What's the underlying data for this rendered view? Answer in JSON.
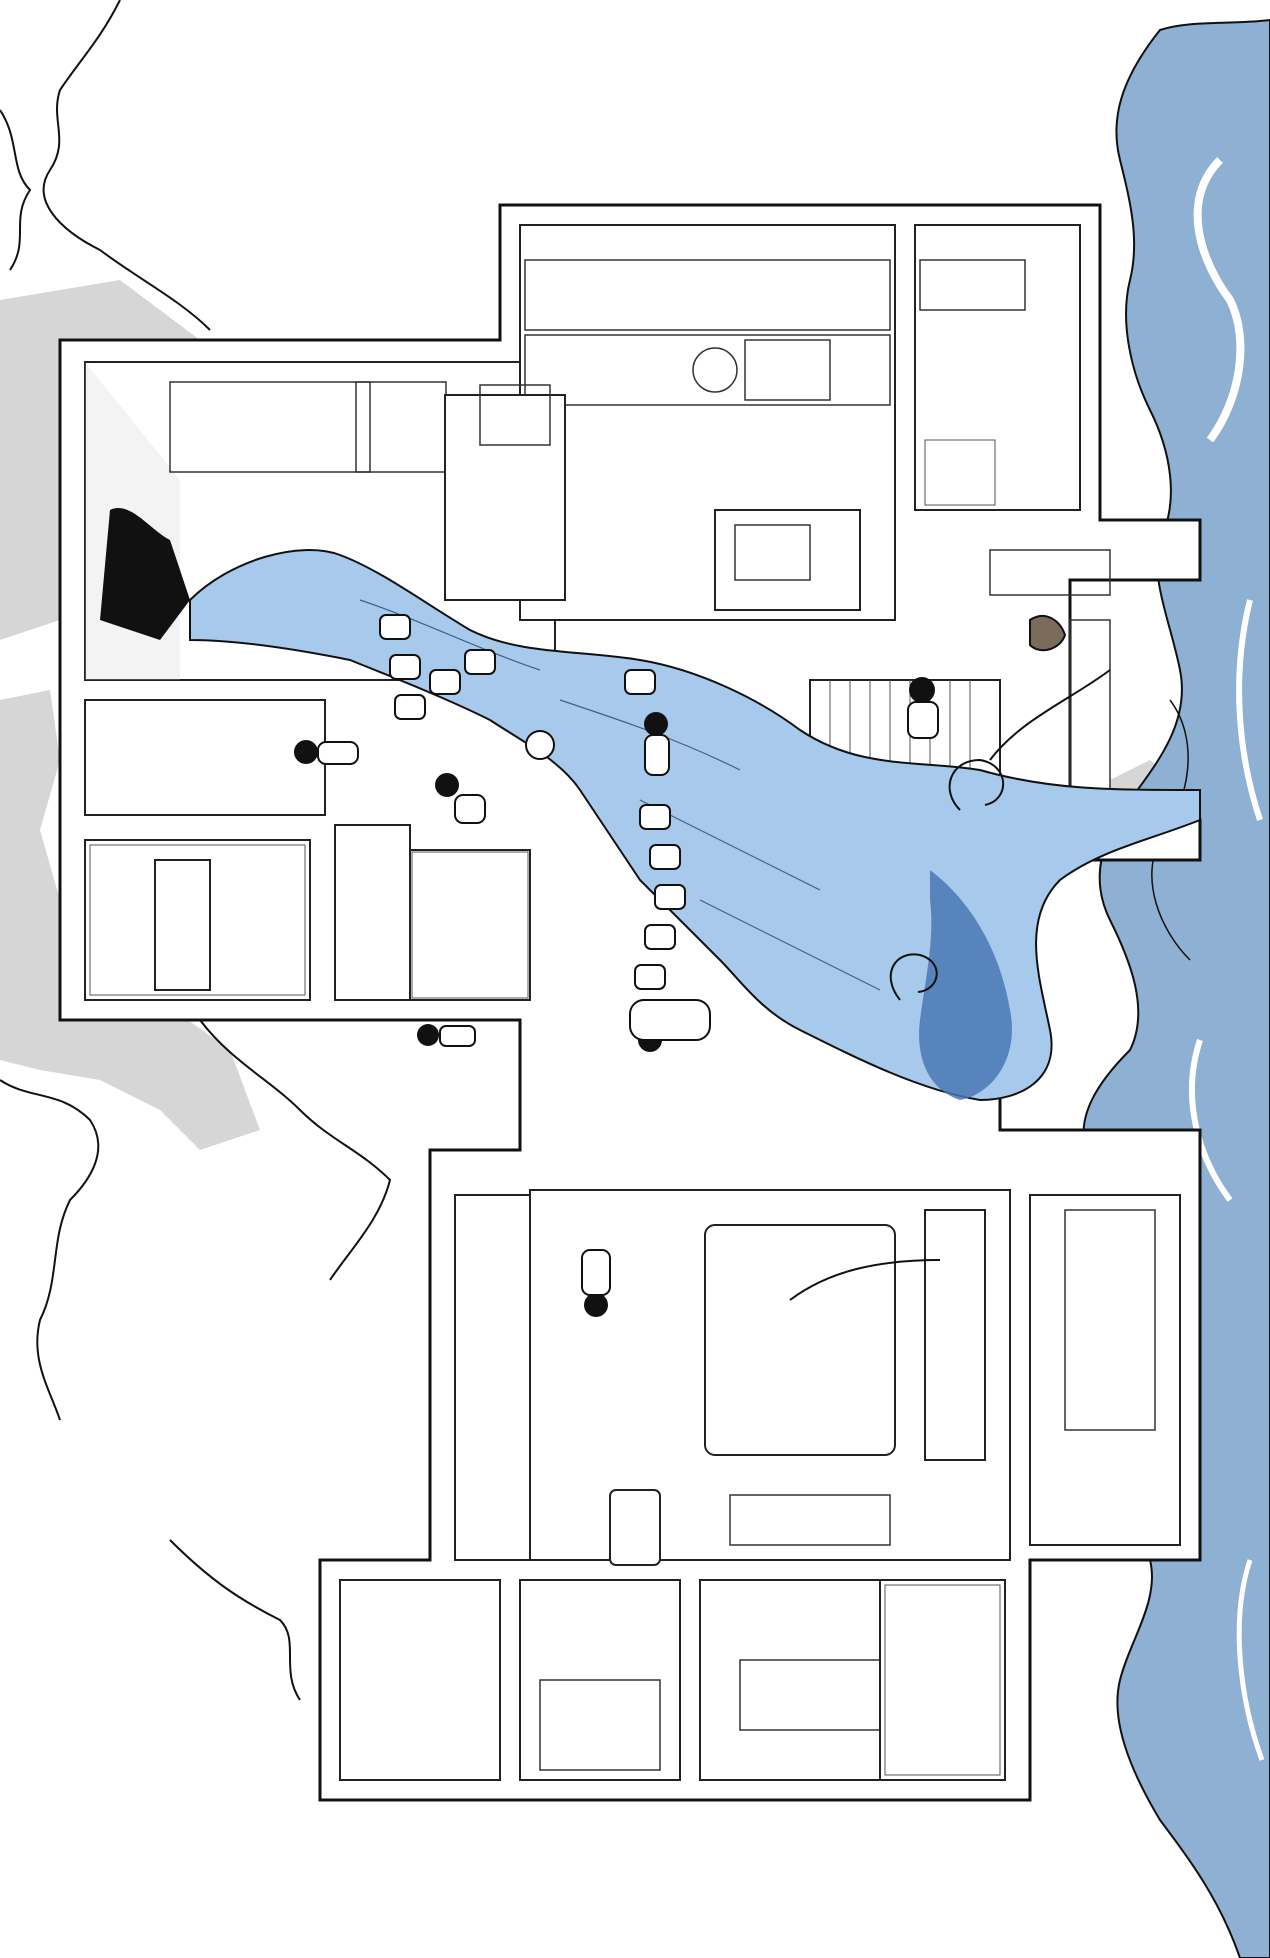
{
  "palette": {
    "sea": "#8eb0d3",
    "sea_highlight": "#ffffff",
    "flood": "#a7c9ec",
    "flood_dark": "#4a78b5",
    "ground_shadow": "#d6d6d6",
    "line": "#111111",
    "wall_shadow": "#cfcfcf"
  },
  "figures": [
    {
      "name": "person-left-hall"
    },
    {
      "name": "person-walking-hall"
    },
    {
      "name": "person-in-flood"
    },
    {
      "name": "child-in-flood"
    },
    {
      "name": "person-at-table"
    },
    {
      "name": "person-at-doorway"
    },
    {
      "name": "person-lying-floor"
    },
    {
      "name": "person-bedroom"
    }
  ]
}
